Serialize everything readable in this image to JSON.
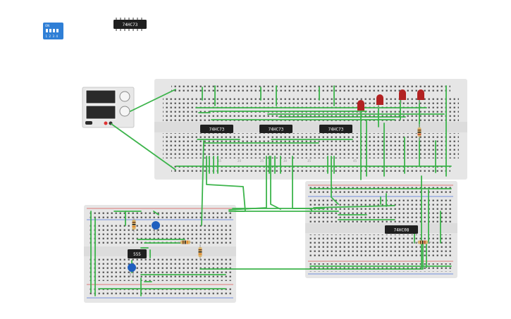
{
  "components": {
    "dip_switch": {
      "on_label": "ON",
      "positions": [
        "1",
        "2",
        "3",
        "4"
      ]
    },
    "loose_chip": {
      "label": "74HC73"
    },
    "top_chips": [
      "74HC73",
      "74HC73",
      "74HC73"
    ],
    "right_chip": {
      "label": "74HC08"
    },
    "timer_chip": {
      "label": "555"
    },
    "power_supply": {
      "label": ""
    }
  },
  "colors": {
    "breadboard": "#e6e6e6",
    "hole": "#4a4a4a",
    "wire": "#3cb44b",
    "rail_red": "#d9534f",
    "rail_blue": "#4a6fd9",
    "chip": "#1f1f1f",
    "led": "#b22222",
    "capacitor": "#1f5fbf",
    "dip_switch": "#2f7fd6",
    "resistor": "#d9b46a"
  }
}
